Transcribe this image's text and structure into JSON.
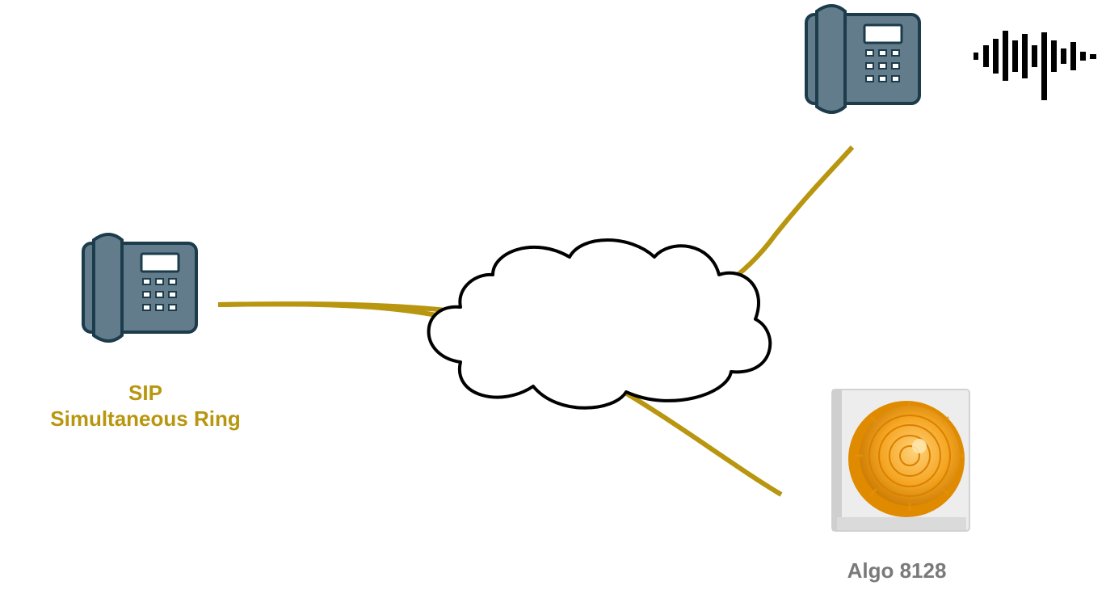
{
  "colors": {
    "accent": "#B8960F",
    "phone_body": "#627C8B",
    "phone_outline": "#1C3C4C",
    "device_label": "#7A7A7A",
    "cloud_outline": "#000000",
    "strobe_amber": "#F5A623",
    "strobe_housing": "#EDEDED"
  },
  "caller": {
    "icon": "desk-phone-icon",
    "label_line1": "SIP",
    "label_line2": "Simultaneous Ring"
  },
  "network": {
    "icon": "cloud-icon"
  },
  "endpoints": [
    {
      "icon": "desk-phone-icon",
      "indicator_icon": "audio-waveform-icon"
    },
    {
      "icon": "strobe-light-icon",
      "label": "Algo 8128"
    }
  ]
}
